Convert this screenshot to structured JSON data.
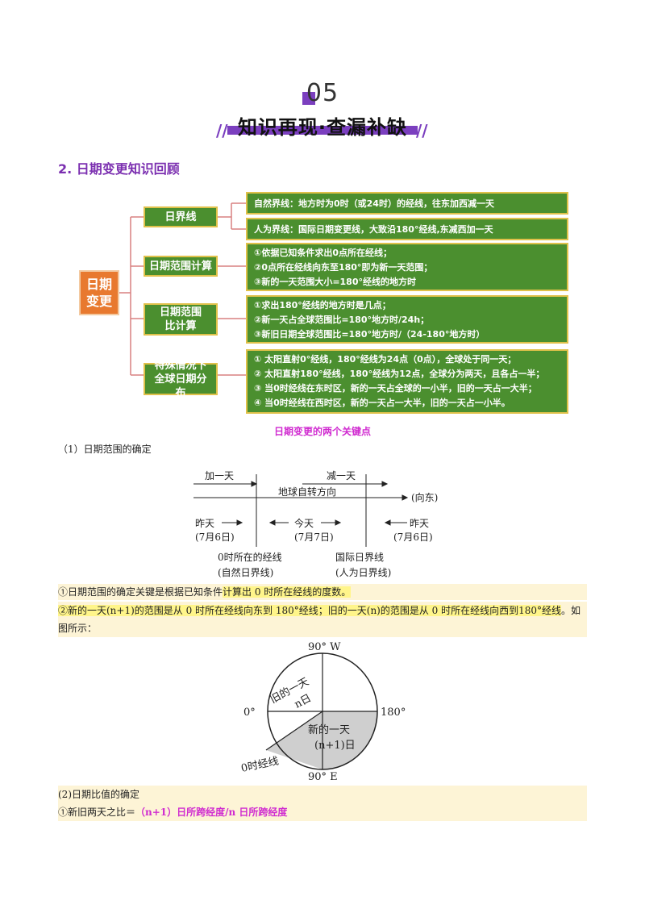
{
  "header": {
    "number": "05",
    "title": "知识再现·查漏补缺",
    "deco": "//"
  },
  "section_title": "2. 日期变更知识回顾",
  "mindmap": {
    "root": "日期变更",
    "branches": [
      {
        "label": "日界线",
        "leaves": [
          [
            "自然界线：地方时为0时（或24时）的经线，往东加西减一天"
          ],
          [
            "人为界线：国际日期变更线，大致沿180°经线,东减西加一天"
          ]
        ]
      },
      {
        "label": "日期范围计算",
        "leaves": [
          [
            "①依据已知条件求出0点所在经线；",
            "②0点所在经线向东至180°即为新一天范围；",
            "③新的一天范围大小=180°经线的地方时"
          ]
        ]
      },
      {
        "label": "日期范围比计算",
        "leaves": [
          [
            "①求出180°经线的地方时是几点；",
            "②新一天占全球范围比=180°地方时/24h；",
            "③新旧日期全球范围比=180°地方时/（24-180°地方时）"
          ]
        ]
      },
      {
        "label": "特殊情况下全球日期分布",
        "leaves": [
          [
            "① 太阳直射0°经线，180°经线为24点（0点），全球处于同一天；",
            "② 太阳直射180°经线，180°经线为12点，全球分为两天，且各占一半；",
            "③ 当0时经线在东时区，新的一天占全球的一小半，旧的一天占一大半；",
            "④ 当0时经线在西时区，新的一天占一大半，旧的一天占一小半。"
          ]
        ]
      }
    ],
    "caption": "日期变更的两个关键点"
  },
  "para1": "（1）日期范围的确定",
  "diagram1": {
    "add": "加一天",
    "sub": "减一天",
    "rotation": "地球自转方向",
    "east": "(向东)",
    "yesterday": "昨天",
    "today": "今天",
    "date_left": "(7月6日)",
    "date_mid": "(7月7日)",
    "date_right": "(7月6日)",
    "line0": "0时所在的经线",
    "line0_sub": "(自然日界线)",
    "idl": "国际日界线",
    "idl_sub": "(人为日界线)"
  },
  "points": {
    "p1_a": "①日期范围的确定关键是根据已知条件",
    "p1_b": "计算出 0 时所在经线的度数。",
    "p2_a": "②新的一天(n+1)的范围是从 0 时所在经线向东到 180°经线；旧的一天(n)的范围是从 0 时所在经线向西到",
    "p2_b": "180°经线",
    "p2_c": "。如图所示："
  },
  "diagram2": {
    "top": "90° W",
    "bottom": "90° E",
    "left": "0°",
    "right": "180°",
    "old": "旧的一天",
    "old_n": "n日",
    "new": "新的一天",
    "new_n": "(n+1)日",
    "zero": "0时经线"
  },
  "para2": {
    "title": "(2)日期比值的确定",
    "line_a": "①新旧两天之比＝",
    "line_b": "（n+1）日所跨经度/n 日所跨经度"
  },
  "colors": {
    "purple": "#7b3fbf",
    "green": "#4b8f2f",
    "orange": "#e8792f",
    "magenta": "#d02bd0",
    "highlight": "#fff58a"
  }
}
